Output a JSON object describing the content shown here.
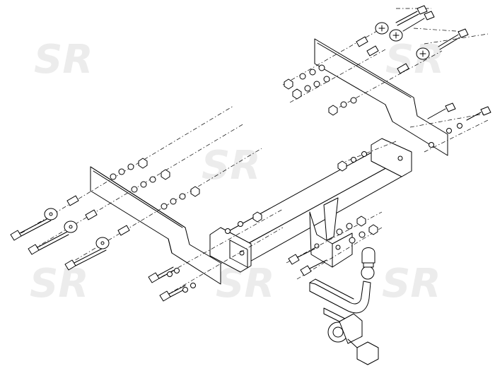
{
  "watermarks": [
    {
      "text": "SR"
    },
    {
      "text": "SR"
    },
    {
      "text": "SR"
    },
    {
      "text": "SR"
    },
    {
      "text": "SR"
    },
    {
      "text": "SR"
    }
  ],
  "colors": {
    "line": "#000000",
    "background": "#ffffff",
    "watermark": "#ececec"
  }
}
